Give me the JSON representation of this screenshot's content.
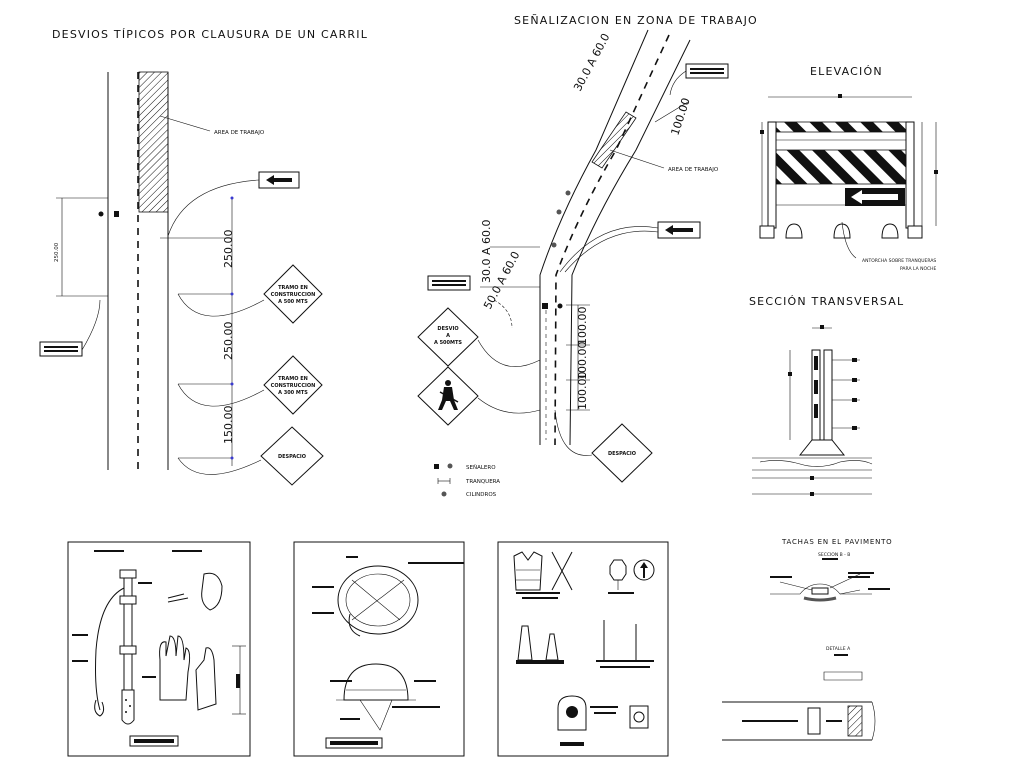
{
  "titles": {
    "desvios": "DESVIOS TÍPICOS POR CLAUSURA DE UN CARRIL",
    "senalizacion": "SEÑALIZACION EN ZONA DE TRABAJO",
    "elevacion": "ELEVACIÓN",
    "seccion": "SECCIÓN TRANSVERSAL",
    "tachas": "TACHAS EN EL PAVIMENTO"
  },
  "labels": {
    "area_trabajo": "AREA DE TRABAJO",
    "antorcha": "ANTORCHA SOBRE TRANQUERAS",
    "para_noche": "PARA LA NOCHE",
    "seccion_bb": "SECCION B - B",
    "detalle_a": "DETALLE A"
  },
  "dims_left": {
    "d250_side": "250.00",
    "d250_a": "250.00",
    "d250_b": "250.00",
    "d150": "150.00"
  },
  "dims_mid": {
    "range_top": "30.0 A 60.0",
    "d100_top": "100.00",
    "range_mid": "30.0 A 60.0",
    "range_low": "50.0 A 60.0",
    "d100_a": "100.00",
    "d100_b": "100.00",
    "d100_c": "100.00"
  },
  "signs": {
    "tramo1_l1": "TRAMO EN",
    "tramo1_l2": "CONSTRUCCION",
    "tramo1_l3": "A 500 MTS",
    "tramo2_l1": "TRAMO EN",
    "tramo2_l2": "CONSTRUCCION",
    "tramo2_l3": "A 300 MTS",
    "despacio_left": "DESPACIO",
    "desvio_l1": "DESVIO",
    "desvio_l2": "A",
    "desvio_l3": "A 500MTS",
    "despacio_mid": "DESPACIO"
  },
  "legend": {
    "senalero": "SEÑALERO",
    "tranquera": "TRANQUERA",
    "cilindros": "CILINDROS"
  }
}
